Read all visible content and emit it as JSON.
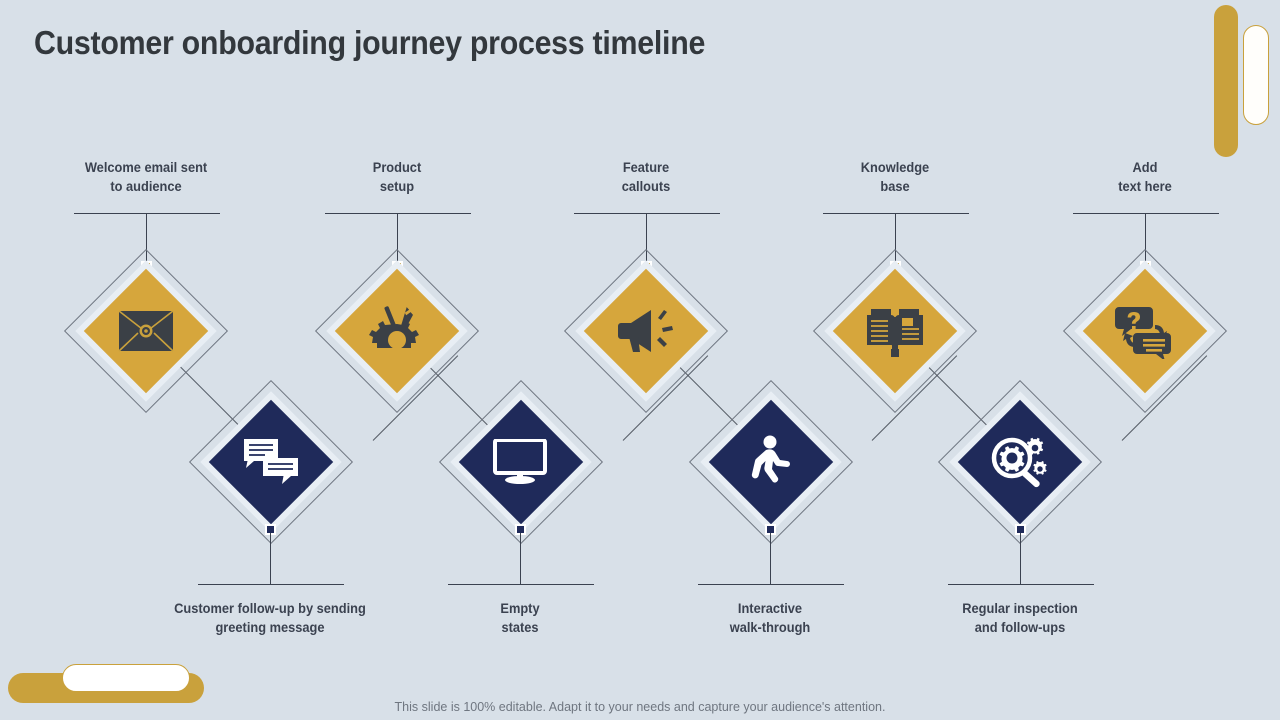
{
  "slide": {
    "title": "Customer onboarding journey process timeline",
    "footer": "This slide is 100% editable. Adapt it to your needs and capture your audience's attention.",
    "background_color": "#d8e0e8",
    "accent_gold": "#d6a63c",
    "accent_navy": "#1f2a5a",
    "text_color": "#3b4250"
  },
  "top_steps": [
    {
      "line1": "Welcome email sent",
      "line2": "to audience",
      "icon": "envelope-icon"
    },
    {
      "line1": "Product",
      "line2": "setup",
      "icon": "gear-tools-icon"
    },
    {
      "line1": "Feature",
      "line2": "callouts",
      "icon": "megaphone-icon"
    },
    {
      "line1": "Knowledge",
      "line2": "base",
      "icon": "open-book-icon"
    },
    {
      "line1": "Add",
      "line2": "text here",
      "icon": "question-answer-icon"
    }
  ],
  "bottom_steps": [
    {
      "line1": "Customer follow-up by sending",
      "line2": "greeting message",
      "icon": "chat-bubbles-icon"
    },
    {
      "line1": "Empty",
      "line2": "states",
      "icon": "monitor-icon"
    },
    {
      "line1": "Interactive",
      "line2": "walk-through",
      "icon": "walking-person-icon"
    },
    {
      "line1": "Regular inspection",
      "line2": "and follow-ups",
      "icon": "magnifier-gears-icon"
    }
  ]
}
